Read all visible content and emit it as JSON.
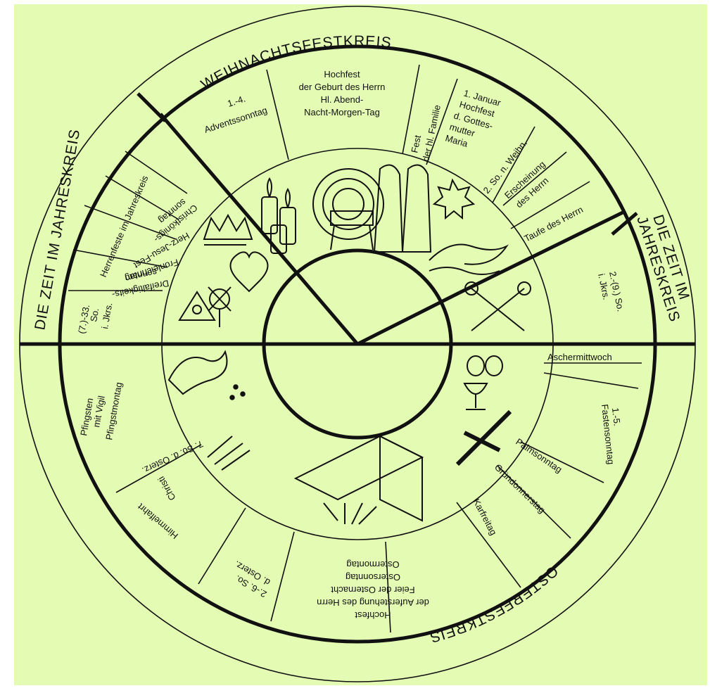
{
  "diagram": {
    "colors": {
      "background": "#e4fbb4",
      "ink": "#111111",
      "page": "#ffffff"
    },
    "outer_ring": {
      "weihnachten": "WEIHNACHTSFESTKREIS",
      "ostern": "OSTERFESTKREIS",
      "jahreskreis_left": "DIE ZEIT IM JAHRESKREIS",
      "jahreskreis_right_line1": "DIE ZEIT IM",
      "jahreskreis_right_line2": "JAHRESKREIS"
    },
    "segments": {
      "advent": [
        "1.-4.",
        "Adventssonntag"
      ],
      "weihnachten": [
        "Hochfest",
        "der Geburt des Herrn",
        "Hl. Abend-",
        "Nacht-Morgen-Tag"
      ],
      "familie": [
        "Fest",
        "der hl. Familie"
      ],
      "januar": [
        "1. Januar",
        "Hochfest",
        "d. Gottes-",
        "mutter",
        "Maria"
      ],
      "so_weihn": [
        "2. So. n. Weihn."
      ],
      "erscheinung": [
        "Erscheinung",
        "des Herrn"
      ],
      "taufe": [
        "Taufe des Herrn"
      ],
      "jkrs_right": [
        "2.-(9.) So.",
        "i. Jkrs."
      ],
      "aschermittwoch": [
        "Aschermittwoch"
      ],
      "fasten": [
        "1.-5.",
        "Fastensonntag"
      ],
      "palm": [
        "Palmsonntag"
      ],
      "gruendonnerstag": [
        "Gründonnerstag"
      ],
      "karfreitag": [
        "Karfreitag"
      ],
      "ostern": [
        "Hochfest",
        "der Auferstehung des Herrn",
        "Feier der Osternacht",
        "Ostersonntag",
        "Ostermontag"
      ],
      "osterz": [
        "2.-6. So.",
        "d. Osterz."
      ],
      "himmelfahrt": [
        "Christi",
        "Himmelfahrt"
      ],
      "so7": [
        "7. So. d. Osterz."
      ],
      "pfingsten": [
        "Pfingsten",
        "mit Vigil",
        "Pfingstmontag"
      ],
      "jkrs_left": [
        "(7.)-33.",
        "So.",
        "i. Jkrs."
      ],
      "dreifaltigkeit": [
        "Dreifaltigkeits-",
        "sonntag"
      ],
      "fronleichnam": [
        "Fronleichnam"
      ],
      "herz_jesu": [
        "Herz-Jesu-Fest"
      ],
      "christkoenig": [
        "Christkönigs-",
        "sonntag"
      ],
      "herrenfeste": [
        "Herrenfeste im Jahreskreis"
      ]
    },
    "icons": [
      "candles-icon",
      "manger-icon",
      "star-icon",
      "dove-water-icon",
      "crossed-staffs-icon",
      "chalice-icon",
      "cross-icon",
      "tomb-icon",
      "sun-rays-icon",
      "footprints-icon",
      "dove-icon",
      "heart-icon",
      "crown-icon",
      "monstrance-icon",
      "triangle-icon"
    ]
  }
}
